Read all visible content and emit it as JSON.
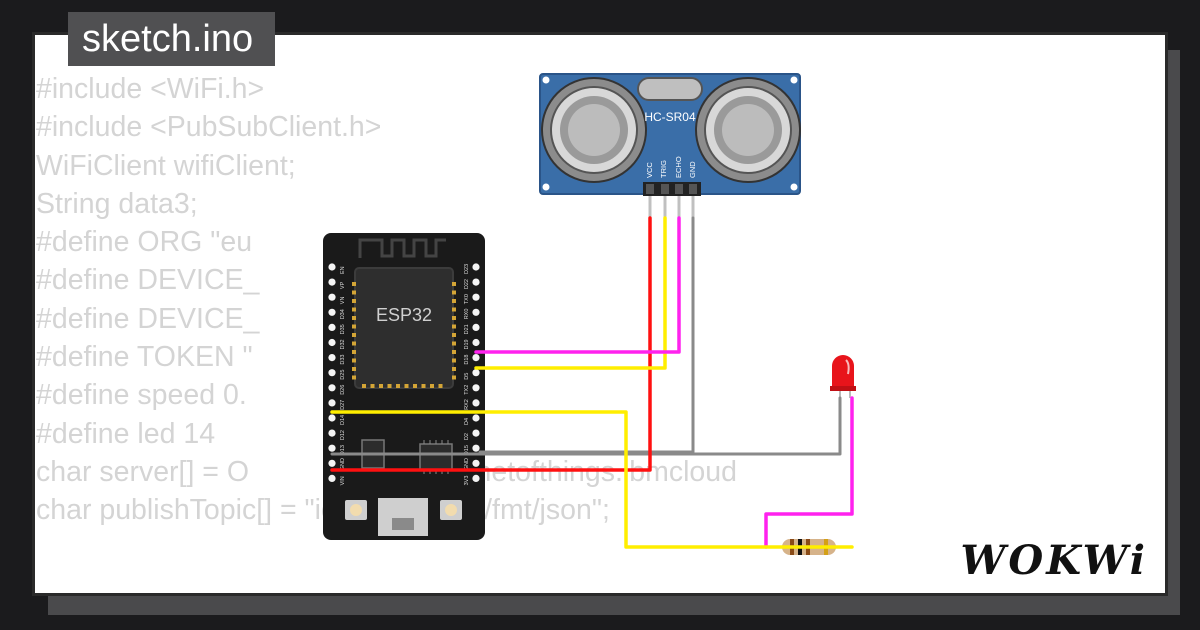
{
  "header": {
    "filename": "sketch.ino"
  },
  "code_lines": [
    "#include <WiFi.h>",
    "#include <PubSubClient.h>",
    "WiFiClient wifiClient;",
    "String data3;",
    "#define ORG \"eu",
    "#define DEVICE_                KR\"",
    "#define DEVICE_",
    "#define TOKEN \"               1\"",
    "#define speed 0.",
    "#define led 14",
    "char server[] = O          saging.internetofthings.ibmcloud",
    "char publishTopic[] = \"iot-2/evt/Data/fmt/json\";"
  ],
  "components": {
    "ultrasonic": {
      "label": "HC-SR04",
      "pins": [
        "VCC",
        "TRIG",
        "ECHO",
        "GND"
      ]
    },
    "esp32": {
      "label": "ESP32",
      "left_pins": [
        "EN",
        "VP",
        "VN",
        "D34",
        "D35",
        "D32",
        "D33",
        "D25",
        "D26",
        "D27",
        "D14",
        "D12",
        "D13",
        "GND",
        "VIN"
      ],
      "right_pins": [
        "D23",
        "D22",
        "TX0",
        "RX0",
        "D21",
        "D19",
        "D18",
        "D5",
        "TX2",
        "RX2",
        "D4",
        "D2",
        "D15",
        "GND",
        "3V3"
      ]
    },
    "led": {
      "color": "#e8141b"
    },
    "resistor": {
      "band_colors": [
        "#8a4b18",
        "#111111",
        "#8a4b18",
        "#d4a017"
      ]
    }
  },
  "wire_colors": {
    "red": "#ff1010",
    "magenta": "#ff22ee",
    "yellow": "#ffee00",
    "gray": "#8a8a8a"
  },
  "brand": {
    "logo": "WOKWi"
  }
}
